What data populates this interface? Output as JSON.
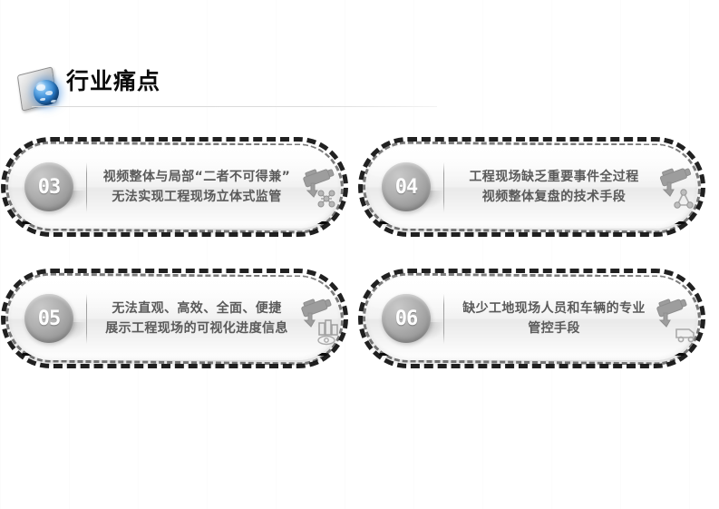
{
  "page": {
    "background_color": "#ffffff",
    "text_color": "#5a5a5a",
    "title_color": "#0a0a0a",
    "badge_color": "#a0a0a0",
    "accent_color": "#111111"
  },
  "header": {
    "title": "行业痛点",
    "icon_name": "globe-plate-icon"
  },
  "cards": [
    {
      "number": "03",
      "lines": [
        "视频整体与局部“二者不可得兼”",
        "无法实现工程现场立体式监管"
      ],
      "icon_name": "cctv-camera-network-icon"
    },
    {
      "number": "04",
      "lines": [
        "工程现场缺乏重要事件全过程",
        "视频整体复盘的技术手段"
      ],
      "icon_name": "cctv-camera-share-icon"
    },
    {
      "number": "05",
      "lines": [
        "无法直观、高效、全面、便捷",
        "展示工程现场的可视化进度信息"
      ],
      "icon_name": "cctv-camera-buildings-icon"
    },
    {
      "number": "06",
      "lines": [
        "缺少工地现场人员和车辆的专业",
        "管控手段"
      ],
      "icon_name": "cctv-camera-vehicle-icon"
    }
  ]
}
